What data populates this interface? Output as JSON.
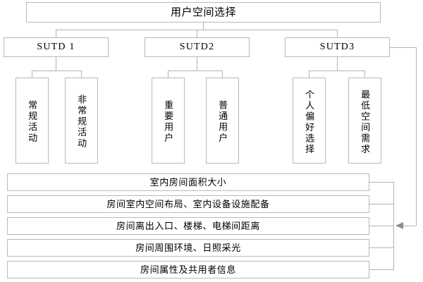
{
  "diagram": {
    "type": "hierarchy-tree",
    "title": "用户空间选择",
    "root": {
      "label": "用户空间选择"
    },
    "branches": [
      {
        "label": "SUTD 1",
        "children": [
          {
            "label": "常规活动"
          },
          {
            "label": "非常规活动"
          }
        ]
      },
      {
        "label": "SUTD2",
        "children": [
          {
            "label": "重要用户"
          },
          {
            "label": "普通用户"
          }
        ]
      },
      {
        "label": "SUTD3",
        "children": [
          {
            "label": "个人偏好选择"
          },
          {
            "label": "最低空间需求"
          }
        ]
      }
    ],
    "attributes": [
      {
        "label": "室内房间面积大小"
      },
      {
        "label": "房间室内空间布局、室内设备设施配备"
      },
      {
        "label": "房间离出入口、楼梯、电梯间距离"
      },
      {
        "label": "房间周围环境、日照采光"
      },
      {
        "label": "房间属性及共用者信息"
      }
    ],
    "colors": {
      "box_border": "#b9b9b9",
      "connector": "#b3b3b3",
      "arrow": "#8d8d8d",
      "text": "#000000",
      "background": "#ffffff"
    }
  }
}
